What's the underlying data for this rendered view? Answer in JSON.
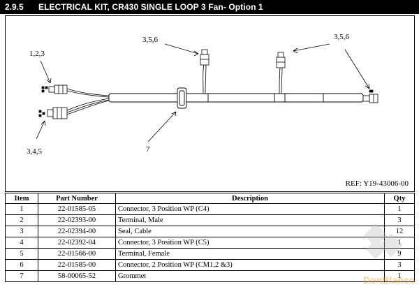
{
  "header": {
    "section": "2.9.5",
    "title": "ELECTRICAL KIT, CR430 SINGLE LOOP 3 Fan- Option 1"
  },
  "diagram": {
    "callouts": {
      "c123": "1,2,3",
      "c345": "3,4,5",
      "c356_mid": "3,5,6",
      "c356_right": "3,5,6",
      "c7": "7"
    },
    "ref": "REF: Y19-43006-00"
  },
  "table": {
    "headers": {
      "item": "Item",
      "part": "Part Number",
      "desc": "Description",
      "qty": "Qty"
    },
    "rows": [
      {
        "item": "1",
        "part": "22-01585-05",
        "desc": "Connector, 3 Position WP (C4)",
        "qty": "1"
      },
      {
        "item": "2",
        "part": "22-02393-00",
        "desc": "Terminal, Male",
        "qty": "3"
      },
      {
        "item": "3",
        "part": "22-02394-00",
        "desc": "Seal, Cable",
        "qty": "12"
      },
      {
        "item": "4",
        "part": "22-02392-04",
        "desc": "Connector, 3 Position WP (C5)",
        "qty": "1"
      },
      {
        "item": "5",
        "part": "22-01566-00",
        "desc": "Terminal, Female",
        "qty": "9"
      },
      {
        "item": "6",
        "part": "22-01585-00",
        "desc": "Connector, 2 Position WP (CM1,2 &3)",
        "qty": "3"
      },
      {
        "item": "7",
        "part": "58-00065-52",
        "desc": "Grommet",
        "qty": "1"
      }
    ]
  },
  "watermark": {
    "text": "DonBlanco"
  }
}
